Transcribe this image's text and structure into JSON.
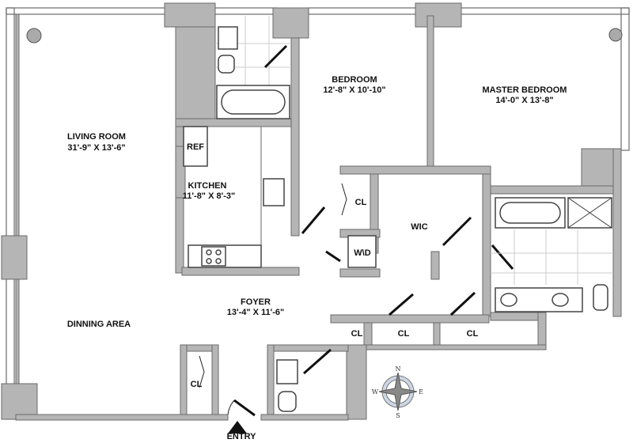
{
  "rooms": {
    "living": {
      "name": "LIVING ROOM",
      "dims": "31'-9\" X 13'-6\""
    },
    "bedroom": {
      "name": "BEDROOM",
      "dims": "12'-8\" X 10'-10\""
    },
    "master": {
      "name": "MASTER BEDROOM",
      "dims": "14'-0\" X 13'-8\""
    },
    "kitchen": {
      "name": "KITCHEN",
      "dims": "11'-8\" X 8'-3\""
    },
    "foyer": {
      "name": "FOYER",
      "dims": "13'-4\" X 11'-6\""
    },
    "dining": {
      "name": "DINNING AREA"
    }
  },
  "fixtures": {
    "ref": "REF",
    "wd": "W\\D",
    "wic": "WIC",
    "cl": "CL"
  },
  "entry": "ENTRY",
  "compass": {
    "n": "N",
    "s": "S",
    "e": "E",
    "w": "W"
  }
}
